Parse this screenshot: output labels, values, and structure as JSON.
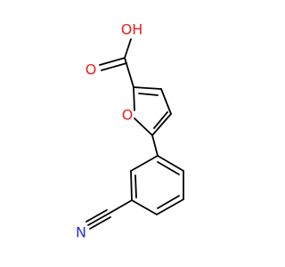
{
  "molecule": {
    "atoms": {
      "oh": {
        "text": "OH",
        "color": "#e8201c"
      },
      "o_carbonyl": {
        "text": "O",
        "color": "#e8201c"
      },
      "o_ring": {
        "text": "O",
        "color": "#e8201c"
      },
      "n_nitrile": {
        "text": "N",
        "color": "#2a2ae8"
      }
    },
    "bond_color": "#000000"
  }
}
